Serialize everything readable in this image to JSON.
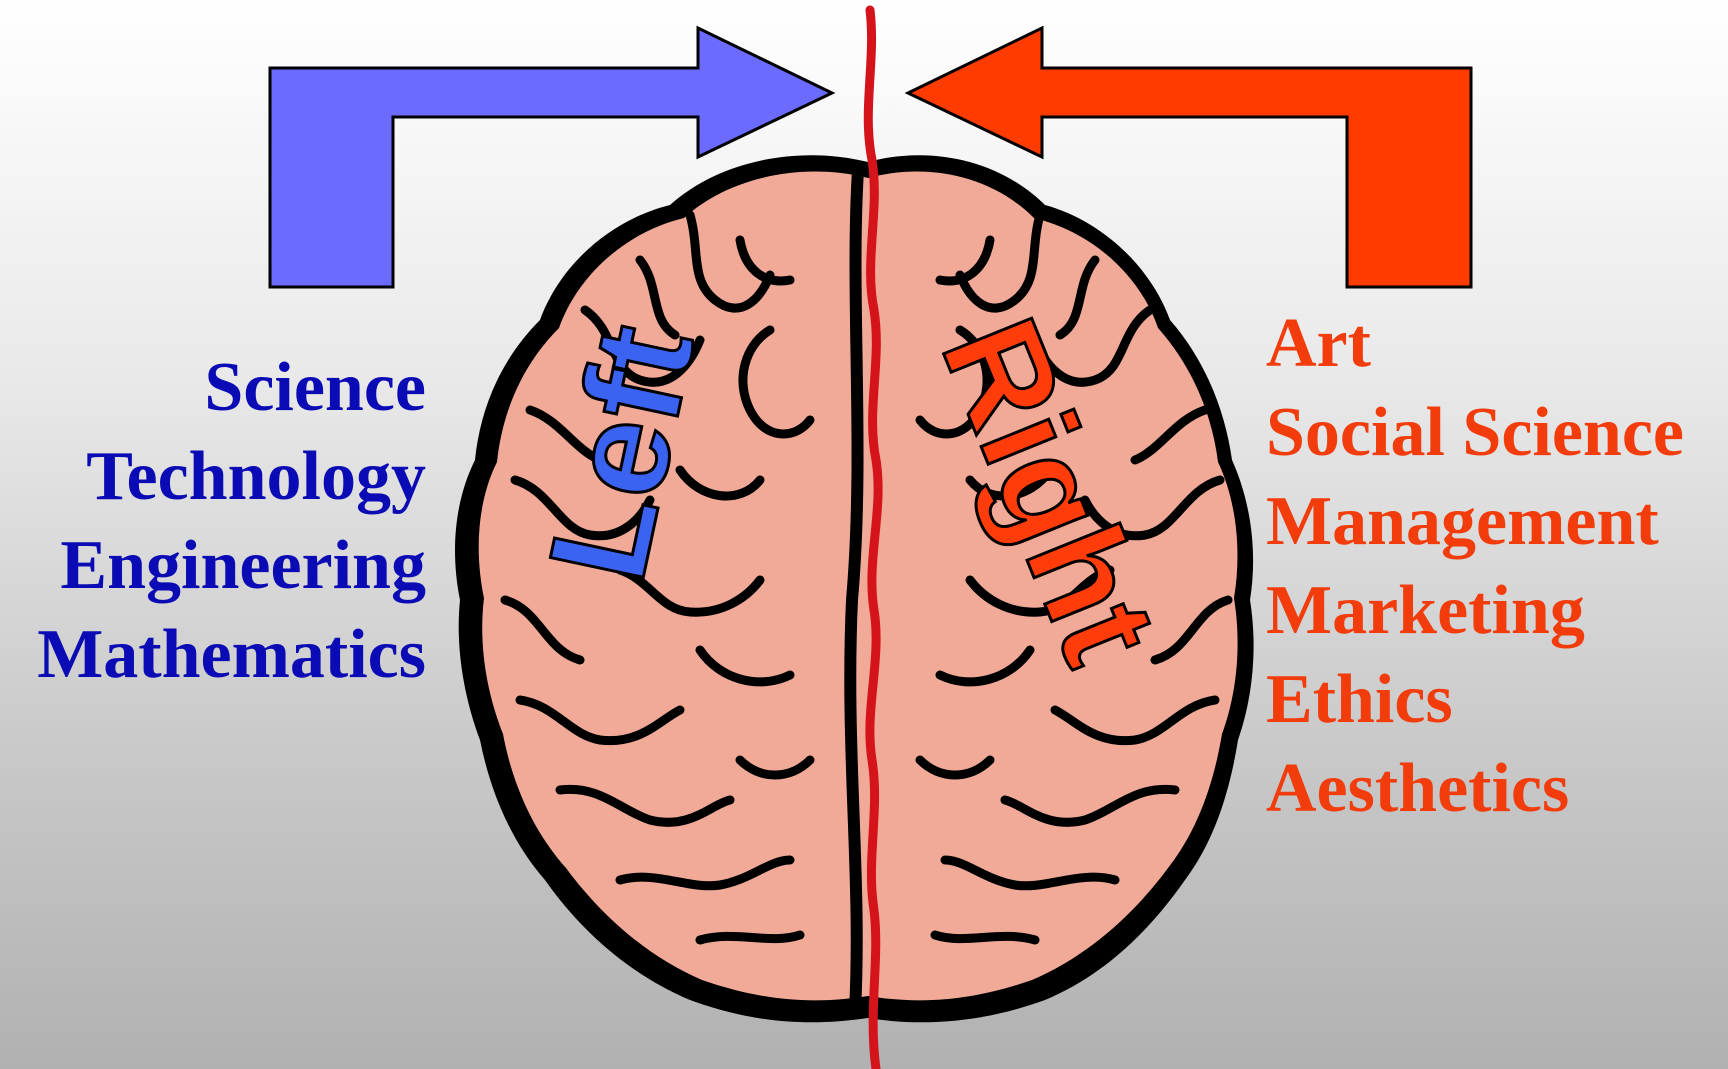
{
  "left_hemisphere": {
    "label": "Left",
    "color": "#3b63f2",
    "arrow_color": "#6b6bff",
    "subjects": [
      "Science",
      "Technology",
      "Engineering",
      "Mathematics"
    ],
    "subjects_color": "#0b0bb5"
  },
  "right_hemisphere": {
    "label": "Right",
    "color": "#ff3c0a",
    "arrow_color": "#ff3b00",
    "subjects": [
      "Art",
      "Social Science",
      "Management",
      "Marketing",
      "Ethics",
      "Aesthetics"
    ],
    "subjects_color": "#f23c0c"
  },
  "brain": {
    "fill_color": "#f2aa98",
    "fold_color": "#000000",
    "divider_color": "#d4131b"
  }
}
